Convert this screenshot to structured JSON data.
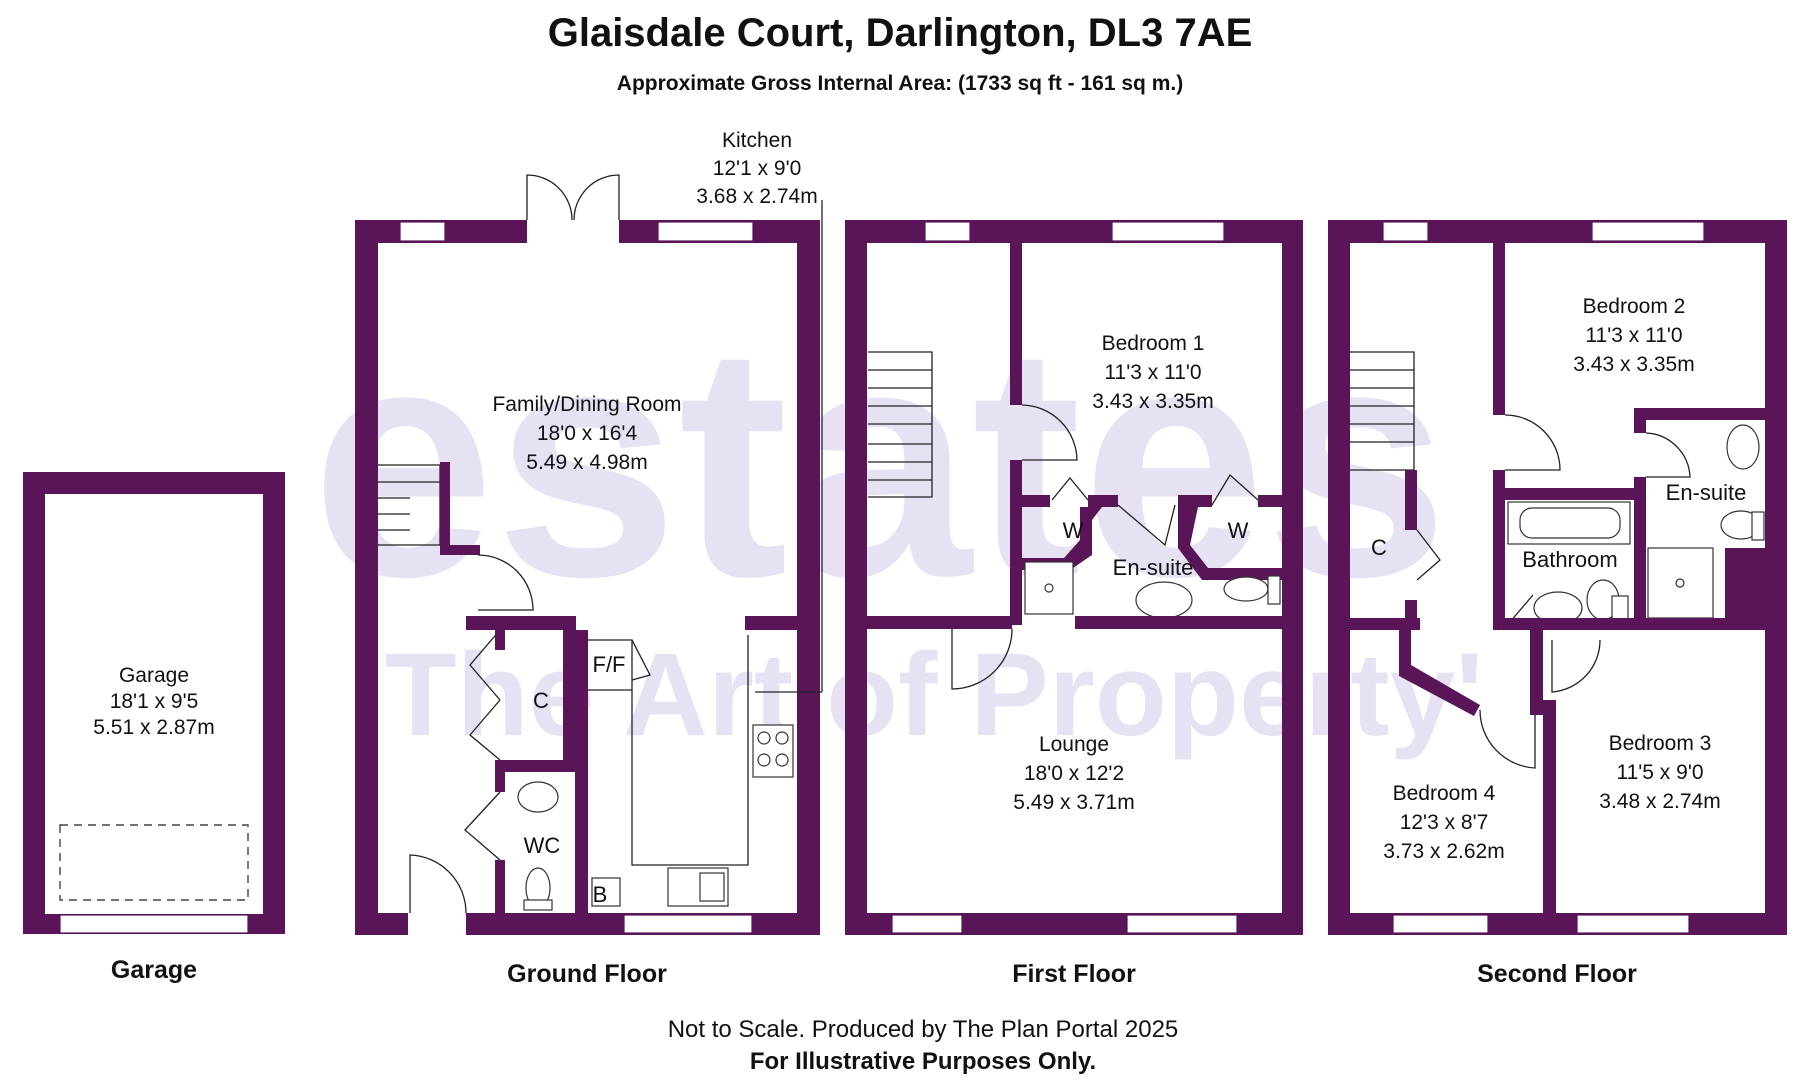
{
  "header": {
    "title": "Glaisdale Court, Darlington, DL3 7AE",
    "subtitle": "Approximate Gross Internal Area: (1733 sq ft - 161 sq m.)"
  },
  "watermark": {
    "line1": "estates",
    "line2": "'The Art of Property'"
  },
  "floors": {
    "garage": "Garage",
    "ground": "Ground Floor",
    "first": "First Floor",
    "second": "Second Floor"
  },
  "rooms": {
    "garage": {
      "name": "Garage",
      "imperial": "18'1 x 9'5",
      "metric": "5.51 x 2.87m"
    },
    "kitchen": {
      "name": "Kitchen",
      "imperial": "12'1 x 9'0",
      "metric": "3.68 x 2.74m"
    },
    "family": {
      "name": "Family/Dining Room",
      "imperial": "18'0 x 16'4",
      "metric": "5.49 x 4.98m"
    },
    "bedroom1": {
      "name": "Bedroom 1",
      "imperial": "11'3 x 11'0",
      "metric": "3.43 x 3.35m"
    },
    "lounge": {
      "name": "Lounge",
      "imperial": "18'0 x 12'2",
      "metric": "5.49 x 3.71m"
    },
    "bedroom2": {
      "name": "Bedroom 2",
      "imperial": "11'3 x 11'0",
      "metric": "3.43 x 3.35m"
    },
    "bedroom3": {
      "name": "Bedroom 3",
      "imperial": "11'5 x 9'0",
      "metric": "3.48 x 2.74m"
    },
    "bedroom4": {
      "name": "Bedroom 4",
      "imperial": "12'3 x 8'7",
      "metric": "3.73 x 2.62m"
    }
  },
  "labels": {
    "cupboard": "C",
    "fridge_freezer": "F/F",
    "wc": "WC",
    "boiler": "B",
    "wardrobe": "W",
    "ensuite": "En-suite",
    "bathroom": "Bathroom"
  },
  "footer": {
    "note": "Not to Scale. Produced by The Plan Portal 2025",
    "disclaimer": "For Illustrative Purposes Only."
  },
  "colors": {
    "wall": "#5a1458",
    "watermark": "#e6e2f4"
  }
}
